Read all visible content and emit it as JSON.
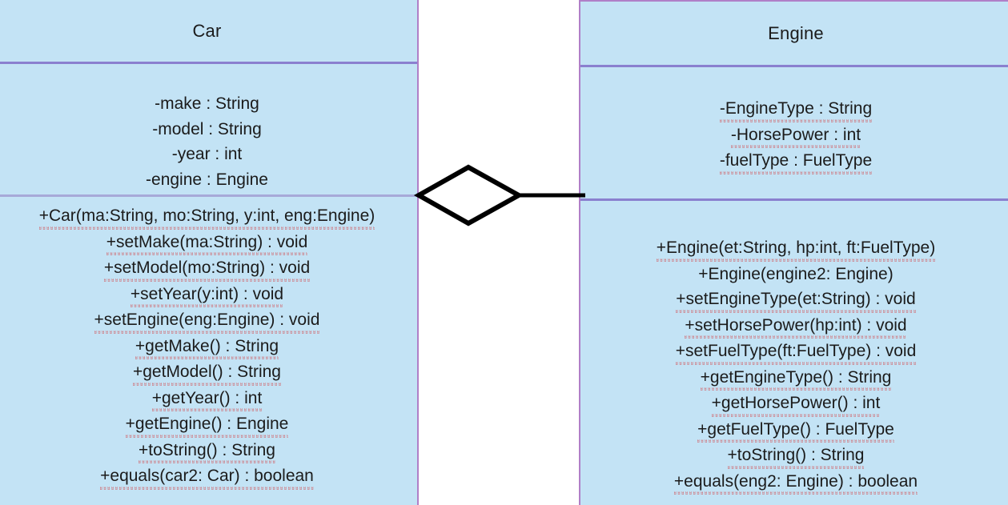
{
  "diagram": {
    "type": "uml-class-diagram",
    "relationship": {
      "kind": "aggregation",
      "icon": "hollow-diamond-icon",
      "from": "Car",
      "to": "Engine",
      "description": "Car aggregates Engine"
    },
    "colors": {
      "class_fill": "#c3e3f5",
      "class_border": "#b07fc7",
      "compartment_divider": "#8a80cf",
      "text": "#1b1b1b",
      "connector": "#000000",
      "spellcheck_underline": "#d63638",
      "background": "#ffffff"
    }
  },
  "classes": [
    {
      "name": "Car",
      "attributes": [
        "-make : String",
        "-model : String",
        "-year : int",
        "-engine : Engine"
      ],
      "methods": [
        "+Car(ma:String, mo:String, y:int, eng:Engine)",
        "+setMake(ma:String) : void",
        "+setModel(mo:String) : void",
        "+setYear(y:int) : void",
        "+setEngine(eng:Engine) : void",
        "+getMake() : String",
        "+getModel() : String",
        "+getYear() : int",
        "+getEngine() : Engine",
        "+toString() : String",
        "+equals(car2: Car) : boolean"
      ]
    },
    {
      "name": "Engine",
      "attributes": [
        "-EngineType : String",
        "-HorsePower : int",
        "-fuelType : FuelType"
      ],
      "methods": [
        "+Engine(et:String, hp:int, ft:FuelType)",
        "+Engine(engine2: Engine)",
        "+setEngineType(et:String) : void",
        "+setHorsePower(hp:int) : void",
        "+setFuelType(ft:FuelType) : void",
        "+getEngineType() : String",
        "+getHorsePower() : int",
        "+getFuelType() : FuelType",
        "+toString() : String",
        "+equals(eng2: Engine) : boolean"
      ]
    }
  ]
}
